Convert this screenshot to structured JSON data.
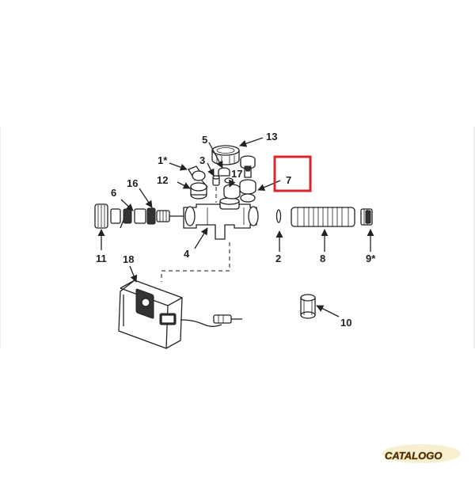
{
  "callouts": {
    "c1": "1*",
    "c2": "2",
    "c3": "3",
    "c4": "4",
    "c5": "5",
    "c6": "6",
    "c7": "7",
    "c8": "8",
    "c9": "9*",
    "c10": "10",
    "c11": "11",
    "c12": "12",
    "c13": "13",
    "c16": "16",
    "c17": "17",
    "c18": "18"
  },
  "highlight": {
    "part": "7",
    "color": "#d9262c"
  },
  "logo": {
    "text": "CATALOGO",
    "color": "#e8a317"
  }
}
